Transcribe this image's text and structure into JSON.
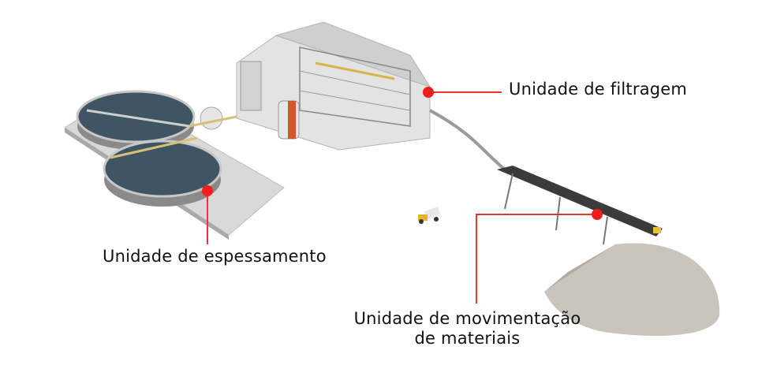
{
  "labels": {
    "filtration": "Unidade de filtragem",
    "thickening": "Unidade de espessamento",
    "materials_handling_line1": "Unidade de movimentação",
    "materials_handling_line2": "de materiais"
  },
  "colors": {
    "callout": "#e8372c",
    "callout_dot": "#f21d1d",
    "text": "#111111"
  }
}
